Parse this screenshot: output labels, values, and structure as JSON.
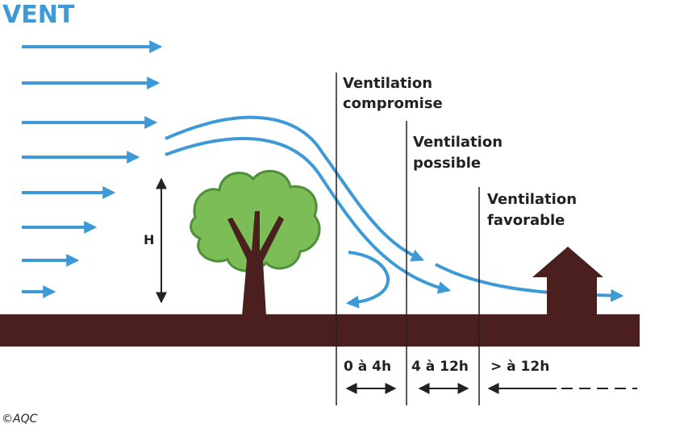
{
  "title": "VENT",
  "height_label": "H",
  "zones": [
    {
      "label_line1": "Ventilation",
      "label_line2": "compromise",
      "duration": "0 à 4h"
    },
    {
      "label_line1": "Ventilation",
      "label_line2": "possible",
      "duration": "4 à 12h"
    },
    {
      "label_line1": "Ventilation",
      "label_line2": "favorable",
      "duration": "> à 12h"
    }
  ],
  "credit": "©AQC",
  "colors": {
    "wind": "#3d9ad6",
    "ground": "#4a1f1d",
    "tree_foliage": "#7dbd57",
    "tree_outline": "#4f8f3a",
    "trunk": "#4a1f1d",
    "house": "#4a1f1d",
    "line": "#222222"
  }
}
